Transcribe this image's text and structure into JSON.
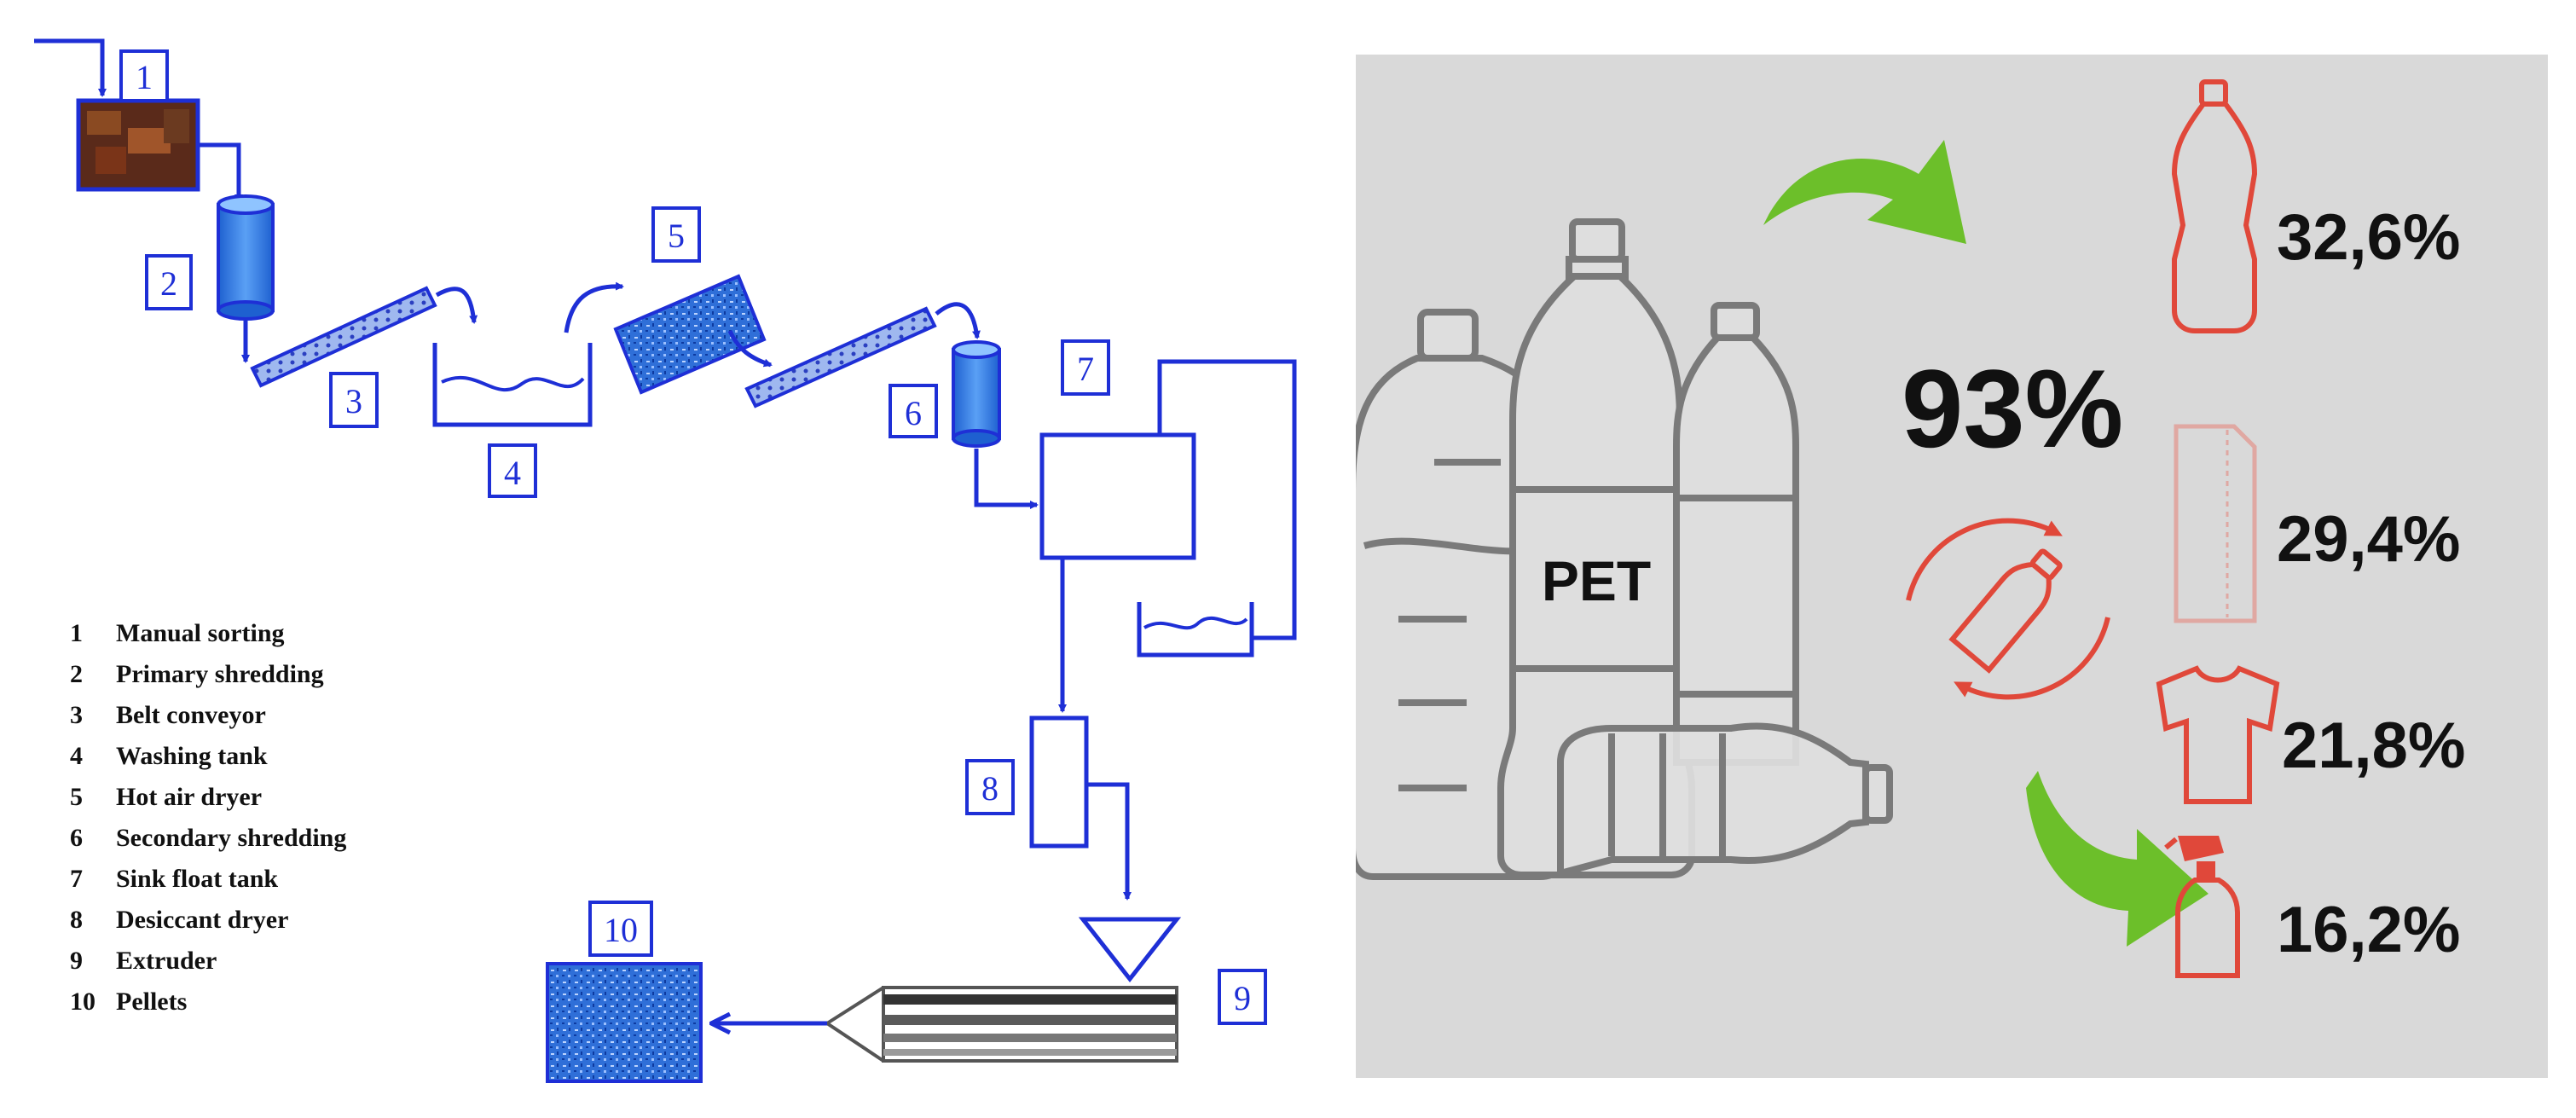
{
  "process": {
    "step_numbers": [
      "1",
      "2",
      "3",
      "4",
      "5",
      "6",
      "7",
      "8",
      "9",
      "10"
    ],
    "legend": [
      {
        "num": "1",
        "label": "Manual sorting"
      },
      {
        "num": "2",
        "label": "Primary shredding"
      },
      {
        "num": "3",
        "label": "Belt conveyor"
      },
      {
        "num": "4",
        "label": "Washing tank"
      },
      {
        "num": "5",
        "label": "Hot air dryer"
      },
      {
        "num": "6",
        "label": "Secondary shredding"
      },
      {
        "num": "7",
        "label": "Sink float tank"
      },
      {
        "num": "8",
        "label": "Desiccant dryer"
      },
      {
        "num": "9",
        "label": "Extruder"
      },
      {
        "num": "10",
        "label": "Pellets"
      }
    ]
  },
  "infographic": {
    "pet_label": "PET",
    "total_percent": "93%",
    "uses": [
      {
        "icon": "bottle-icon",
        "value": "32,6%"
      },
      {
        "icon": "sheet-icon",
        "value": "29,4%"
      },
      {
        "icon": "tshirt-icon",
        "value": "21,8%"
      },
      {
        "icon": "spray-bottle-icon",
        "value": "16,2%"
      }
    ]
  },
  "colors": {
    "flow_blue": "#1e2fd6",
    "arrow_green": "#6cbf2a",
    "accent_red": "#e0483a",
    "panel_gray": "#d9d9d9"
  }
}
